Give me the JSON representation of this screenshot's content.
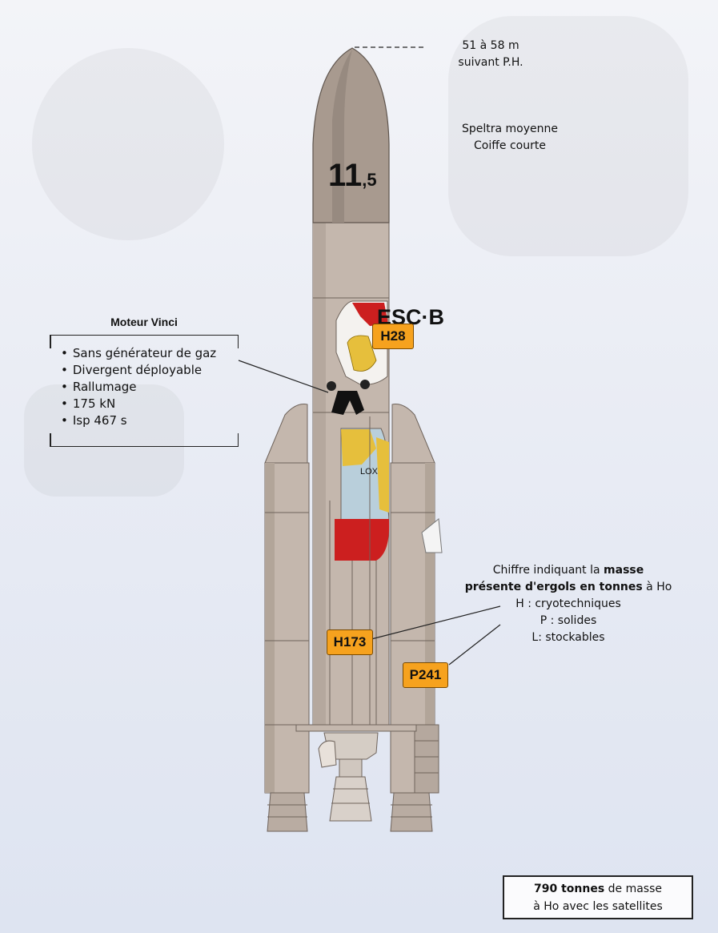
{
  "height_note": {
    "line1": "51 à 58 m",
    "line2": "suivant P.H."
  },
  "payload": {
    "line1": "Speltra moyenne",
    "line2": "Coiffe courte"
  },
  "fairing_mass": {
    "main": "11",
    "sub": ",5"
  },
  "upper_stage_name": "ESC·B",
  "badges": {
    "upper": "H28",
    "core": "H173",
    "booster": "P241"
  },
  "lox_label": "LOX",
  "engine": {
    "title": "Moteur Vinci",
    "features": [
      "Sans générateur de gaz",
      "Divergent déployable",
      "Rallumage",
      "175 kN",
      "Isp 467 s"
    ]
  },
  "legend": {
    "line1_pre": "Chiffre indiquant la ",
    "line1_bold": "masse",
    "line2_bold": "présente d'ergols en tonnes",
    "line2_post": " à Ho",
    "items": [
      "H : cryotechniques",
      "P : solides",
      "L: stockables"
    ]
  },
  "total": {
    "bold": "790 tonnes",
    "line1_post": " de masse",
    "line2": "à Ho avec les satellites"
  },
  "colors": {
    "body": "#c4b7ad",
    "shade": "#a89a8f",
    "lh2": "#b9cfdb",
    "red": "#cc1f1f",
    "yellow": "#e6bf3c",
    "badge": "#f6a21e"
  }
}
